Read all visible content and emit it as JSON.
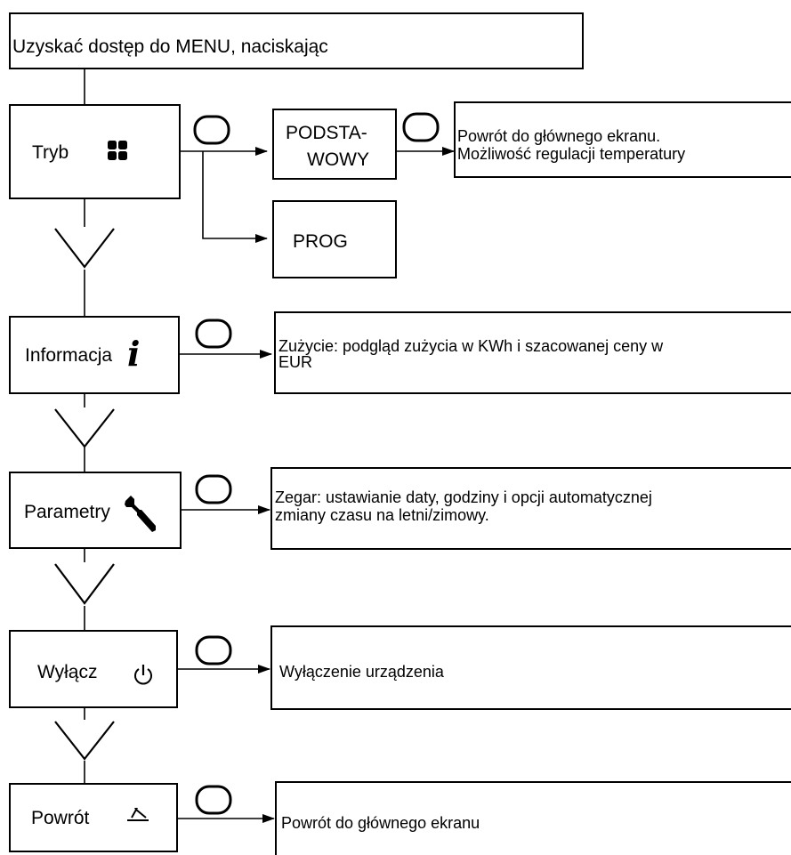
{
  "header": {
    "text": "Uzyskać dostęp do MENU, naciskając"
  },
  "menu": [
    {
      "key": "tryb",
      "label": "Tryb",
      "icon": "four-squares-icon"
    },
    {
      "key": "informacja",
      "label": "Informacja",
      "icon": "info-icon"
    },
    {
      "key": "parametry",
      "label": "Parametry",
      "icon": "wrench-icon"
    },
    {
      "key": "wylacz",
      "label": "Wyłącz",
      "icon": "power-icon"
    },
    {
      "key": "powrot",
      "label": "Powrót",
      "icon": "return-arrow-icon"
    }
  ],
  "tryb_options": {
    "podstawowy_line1": "PODSTA-",
    "podstawowy_line2": "WOWY",
    "prog": "PROG"
  },
  "descriptions": {
    "podstawowy_line1": "Powrót do głównego ekranu.",
    "podstawowy_line2": "Możliwość regulacji temperatury",
    "informacja_line1": "Zużycie: podgląd zużycia w KWh i szacowanej ceny w",
    "informacja_line2": "EUR",
    "parametry_line1": "Zegar: ustawianie daty, godziny i opcji automatycznej",
    "parametry_line2": "zmiany czasu na letni/zimowy.",
    "wylacz": "Wyłączenie urządzenia",
    "powrot": "Powrót do głównego ekranu"
  },
  "icons": {
    "button": "rounded-button-icon",
    "navigate_down": "chevron-down-icon"
  },
  "colors": {
    "line": "#000000",
    "background": "#ffffff"
  }
}
